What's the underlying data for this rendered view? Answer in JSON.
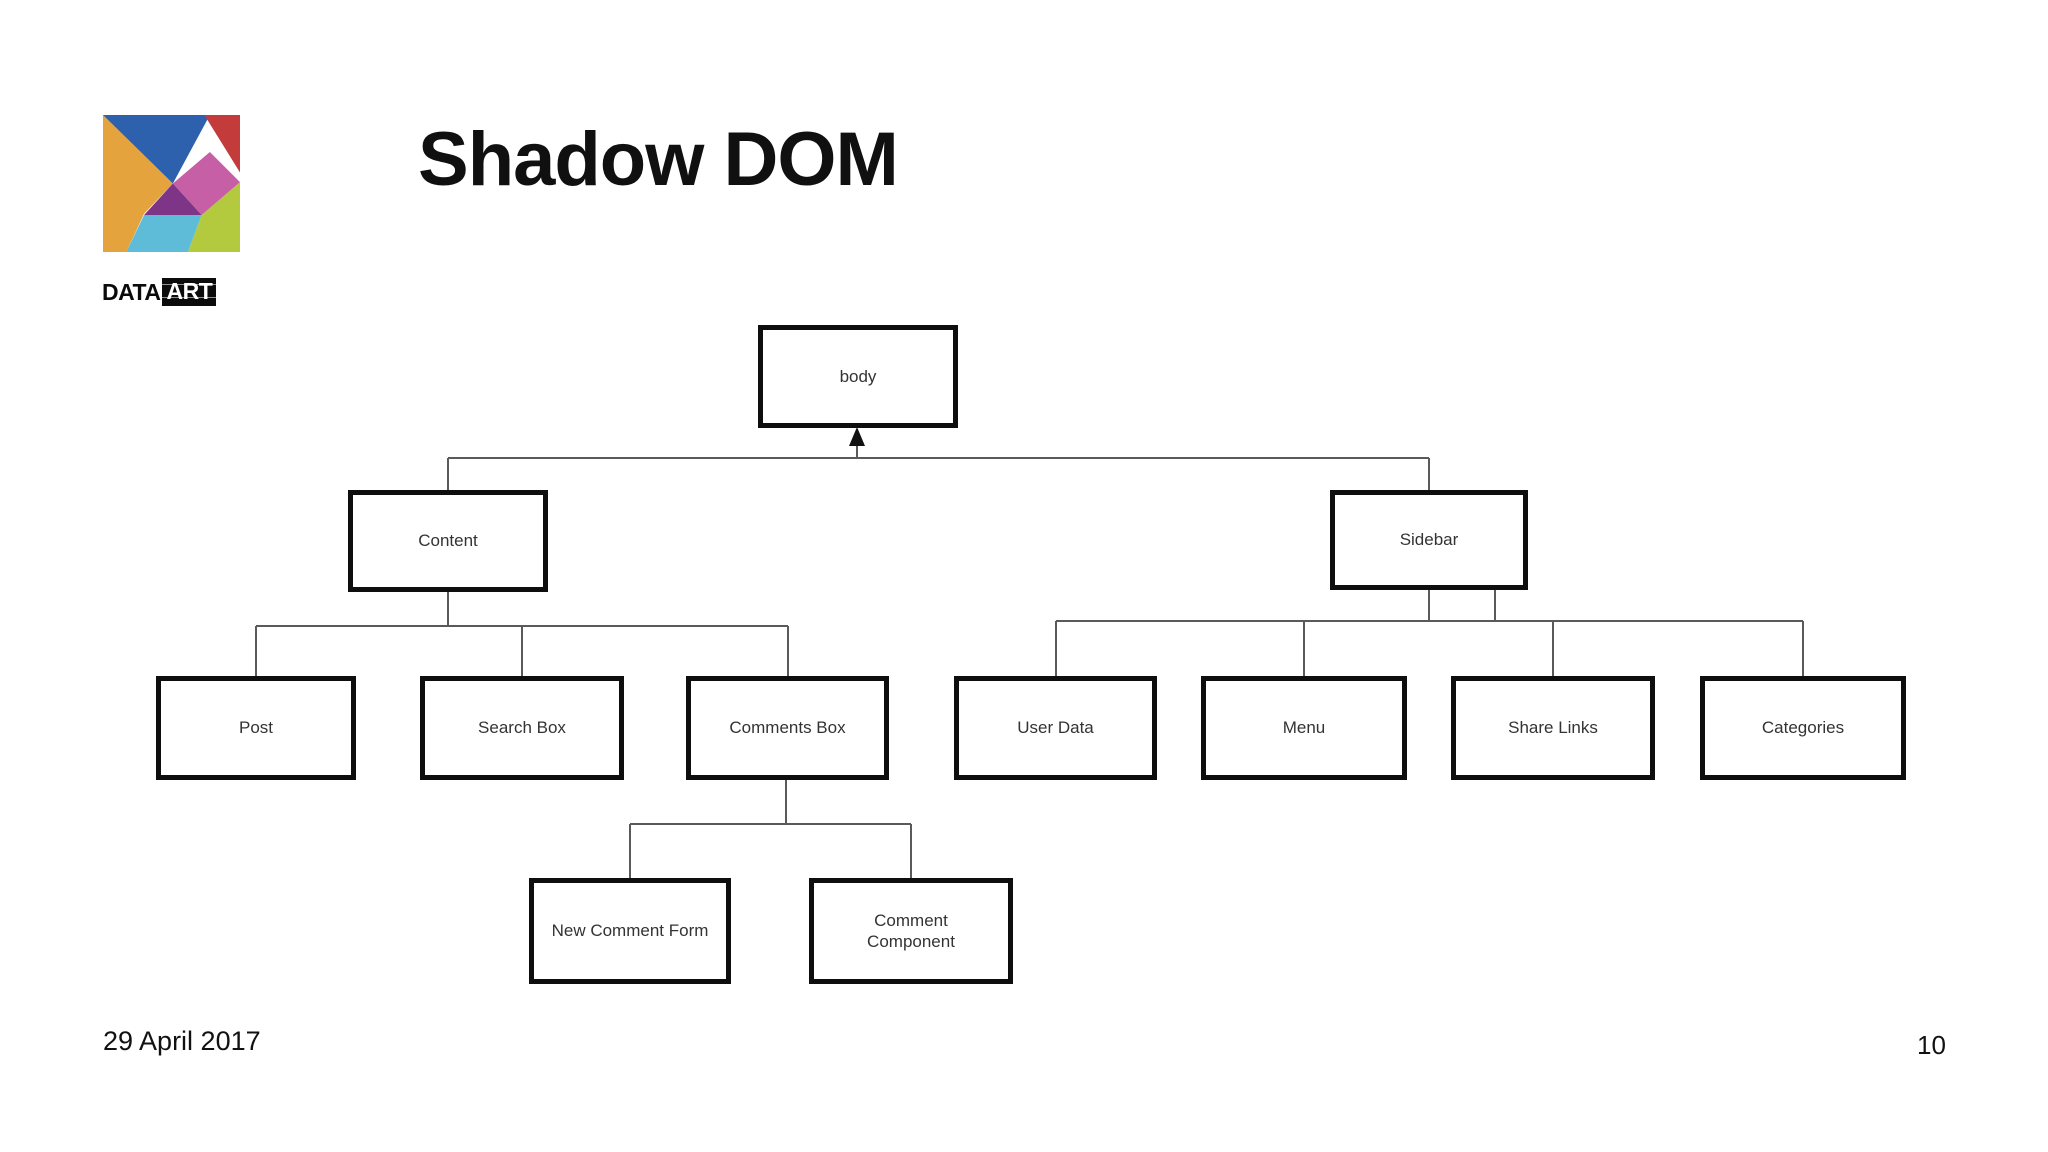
{
  "header": {
    "title": "Shadow DOM",
    "logo": {
      "word_primary": "DATA",
      "word_secondary": "ART"
    }
  },
  "logo_colors": {
    "orange": "#E5A33D",
    "blue": "#2D61AD",
    "red": "#C43B3B",
    "magenta": "#C75FA6",
    "purple": "#7E3487",
    "cyan": "#5FBCD9",
    "green": "#B3CA3E"
  },
  "diagram": {
    "connector_color": "#5a5a5a",
    "box_border_color": "#0e0e0e",
    "nodes": {
      "body": {
        "label": "body"
      },
      "content": {
        "label": "Content"
      },
      "sidebar": {
        "label": "Sidebar"
      },
      "post": {
        "label": "Post"
      },
      "search_box": {
        "label": "Search Box"
      },
      "comments_box": {
        "label": "Comments Box"
      },
      "user_data": {
        "label": "User Data"
      },
      "menu": {
        "label": "Menu"
      },
      "share_links": {
        "label": "Share Links"
      },
      "categories": {
        "label": "Categories"
      },
      "new_comment_form": {
        "label": "New Comment Form"
      },
      "comment_component": {
        "label": "Comment Component"
      }
    },
    "hierarchy": {
      "body": [
        "content",
        "sidebar"
      ],
      "content": [
        "post",
        "search_box",
        "comments_box"
      ],
      "sidebar": [
        "user_data",
        "menu",
        "share_links",
        "categories"
      ],
      "comments_box": [
        "new_comment_form",
        "comment_component"
      ]
    }
  },
  "footer": {
    "date": "29 April 2017",
    "page_number": "10"
  }
}
